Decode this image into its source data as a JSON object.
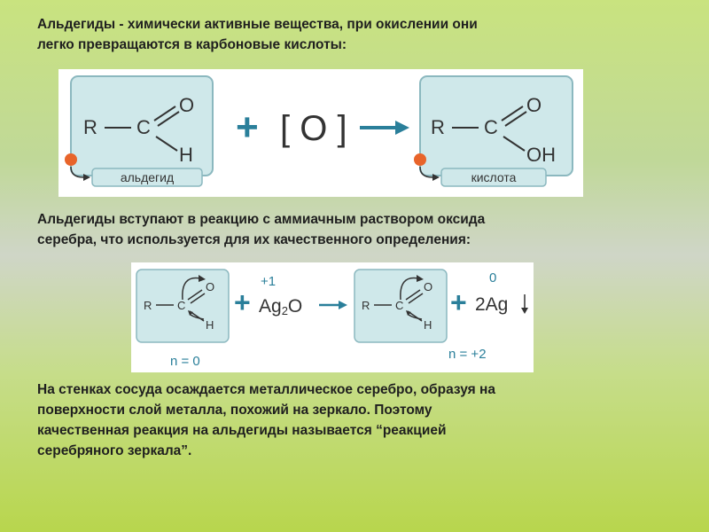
{
  "paragraphs": {
    "p1_line1": "Альдегиды - химически активные вещества, при окислении они",
    "p1_line2": "легко превращаются в карбоновые кислоты:",
    "p2_line1": "Альдегиды вступают в реакцию с аммиачным раствором оксида",
    "p2_line2": "серебра, что используется для их качественного определения:",
    "p3_line1": "На стенках сосуда осаждается металлическое серебро, образуя на",
    "p3_line2": "поверхности слой металла, похожий на зеркало. Поэтому",
    "p3_line3": "качественная реакция на альдегиды называется “реакцией",
    "p3_line4": "серебряного зеркала”."
  },
  "reaction1": {
    "r_label": "R",
    "c_label": "C",
    "o_label": "O",
    "h_label": "H",
    "oh_label": "OH",
    "plus": "+",
    "oxidizer": "[ O ]",
    "aldehyde_tag": "альдегид",
    "acid_tag": "кислота"
  },
  "reaction2": {
    "r_label": "R",
    "c_label": "C",
    "o_label": "O",
    "h_label": "H",
    "plus": "+",
    "reagent_main": "Ag",
    "reagent_sub": "2",
    "reagent_tail": "O",
    "ox_before": "+1",
    "ox_after": "0",
    "product": "2Ag",
    "n_left": "n = 0",
    "n_right": "n = +2"
  },
  "colors": {
    "box_fill": "#cfe8ea",
    "box_border": "#8bb8bf",
    "arrow": "#2a7f9a",
    "plus": "#2a7f9a",
    "dot": "#e8642a"
  }
}
